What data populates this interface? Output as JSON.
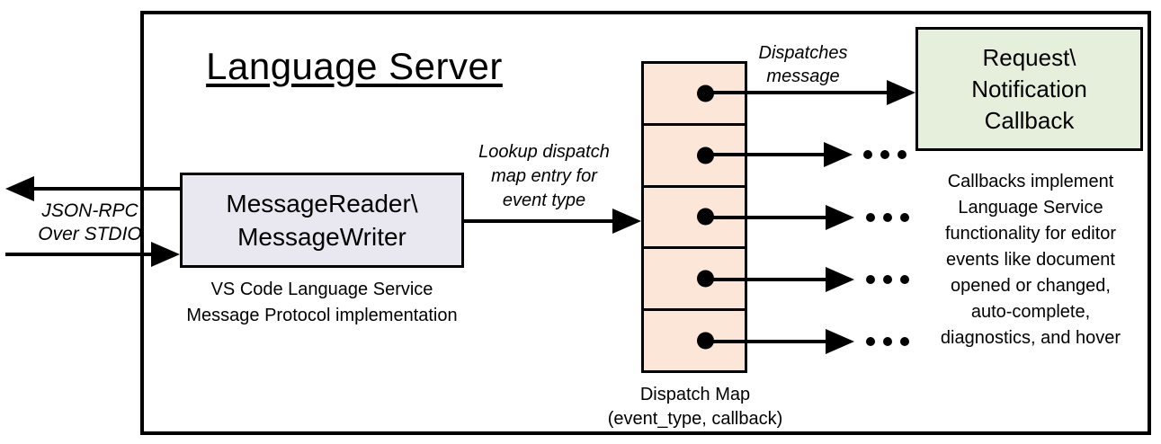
{
  "title": "Language Server",
  "stdio_label": {
    "line1": "JSON-RPC",
    "line2": "Over STDIO"
  },
  "message_box": {
    "line1": "MessageReader\\",
    "line2": "MessageWriter"
  },
  "message_caption": {
    "line1": "VS Code Language Service",
    "line2": "Message Protocol implementation"
  },
  "lookup_label": {
    "line1": "Lookup dispatch",
    "line2": "map entry for",
    "line3": "event type"
  },
  "dispatches_label": {
    "line1": "Dispatches",
    "line2": "message"
  },
  "callback_box": {
    "line1": "Request\\",
    "line2": "Notification",
    "line3": "Callback"
  },
  "callback_note": {
    "line1": "Callbacks implement",
    "line2": "Language Service",
    "line3": "functionality for editor",
    "line4": "events like document",
    "line5": "opened or changed,",
    "line6": "auto-complete,",
    "line7": "diagnostics, and hover"
  },
  "dispatch_map": {
    "slot_count": 5,
    "caption_line1": "Dispatch Map",
    "caption_line2": "(event_type, callback)"
  },
  "colors": {
    "message_box_fill": "#e9e7ef",
    "dispatch_map_fill": "#fbe6d8",
    "callback_box_fill": "#e6efdc",
    "line": "#000000",
    "background": "#ffffff"
  }
}
